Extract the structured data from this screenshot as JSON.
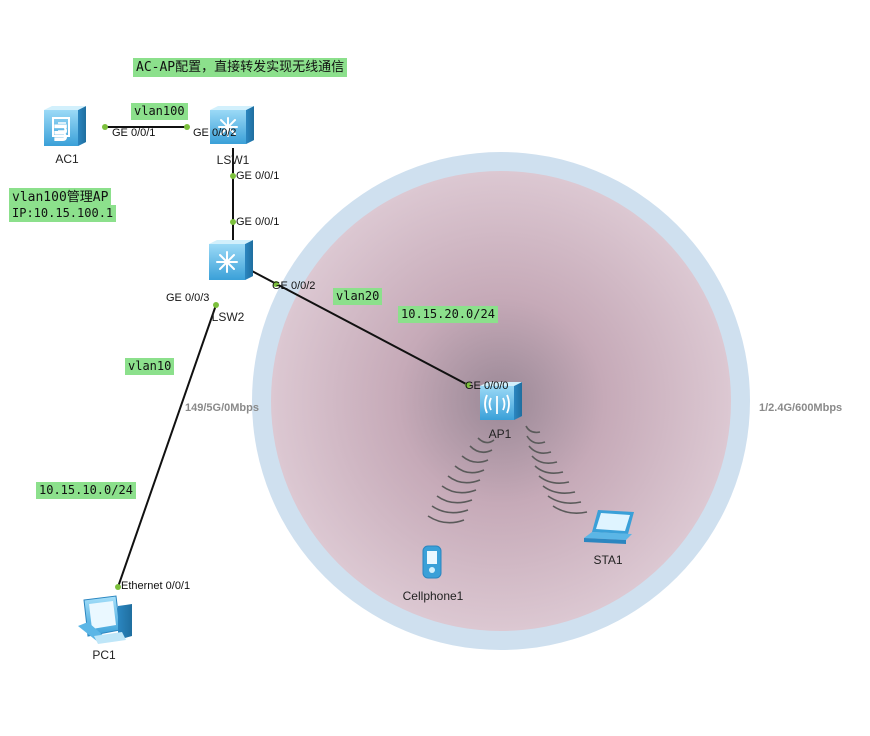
{
  "title_note": "AC-AP配置，直接转发实现无线通信",
  "devices": {
    "ac1": "AC1",
    "lsw1": "LSW1",
    "lsw2": "LSW2",
    "ap1": "AP1",
    "pc1": "PC1",
    "sta1": "STA1",
    "cellphone1": "Cellphone1"
  },
  "ports": {
    "ac1_ge001": "GE 0/0/1",
    "lsw1_ge002": "GE 0/0/2",
    "lsw1_ge001": "GE 0/0/1",
    "lsw2_ge001": "GE 0/0/1",
    "lsw2_ge003": "GE 0/0/3",
    "lsw2_ge002": "GE 0/0/2",
    "ap1_ge000": "GE 0/0/0",
    "pc1_eth001": "Ethernet 0/0/1"
  },
  "notes": {
    "vlan100": "vlan100",
    "mgmt_line1": "vlan100管理AP",
    "mgmt_line2": "IP:10.15.100.1",
    "vlan20": "vlan20",
    "subnet20": "10.15.20.0/24",
    "vlan10": "vlan10",
    "subnet10": "10.15.10.0/24"
  },
  "wireless": {
    "ap_rate": "149/5G/0Mbps",
    "sta_rate": "1/2.4G/600Mbps"
  },
  "colors": {
    "note_bg": "#8ce08c",
    "port_dot": "#7cc03c",
    "coverage_outer": "#cfe0ef",
    "coverage_inner": "#d8bcc8",
    "coverage_center": "#9a8896",
    "device_blue": "#3aa0d8"
  }
}
